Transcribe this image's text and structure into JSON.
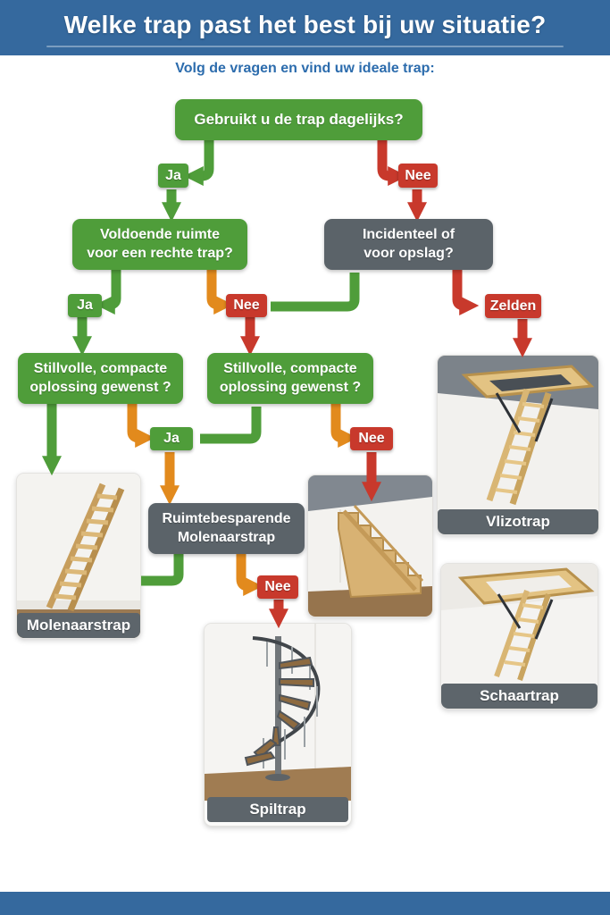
{
  "header": {
    "title": "Welke trap past het best bij uw situatie?",
    "subtitle": "Volg de vragen en vind uw ideale trap:"
  },
  "colors": {
    "header_blue": "#35699e",
    "subtitle_blue": "#2c6cad",
    "green": "#4f9d3a",
    "red": "#c8392c",
    "orange": "#e28a1d",
    "slate_gray": "#5b6369"
  },
  "questions": {
    "daily": "Gebruikt u de trap dagelijks?",
    "space_line1": "Voldoende ruimte",
    "space_line2": "voor een rechte trap?",
    "incidental_line1": "Incidenteel of",
    "incidental_line2": "voor opslag?",
    "stylish_line1": "Stillvolle, compacte",
    "stylish_line2": "oplossing gewenst ?"
  },
  "answers": {
    "ja": "Ja",
    "nee": "Nee",
    "zelden": "Zelden"
  },
  "result_boxes": {
    "space_saving_line1": "Ruimtebesparende",
    "space_saving_line2": "Molenaarstrap"
  },
  "products": {
    "molenaarstrap": "Molenaarstrap",
    "vlizotrap": "Vlizotrap",
    "schaartrap": "Schaartrap",
    "spiltrap": "Spiltrap"
  }
}
